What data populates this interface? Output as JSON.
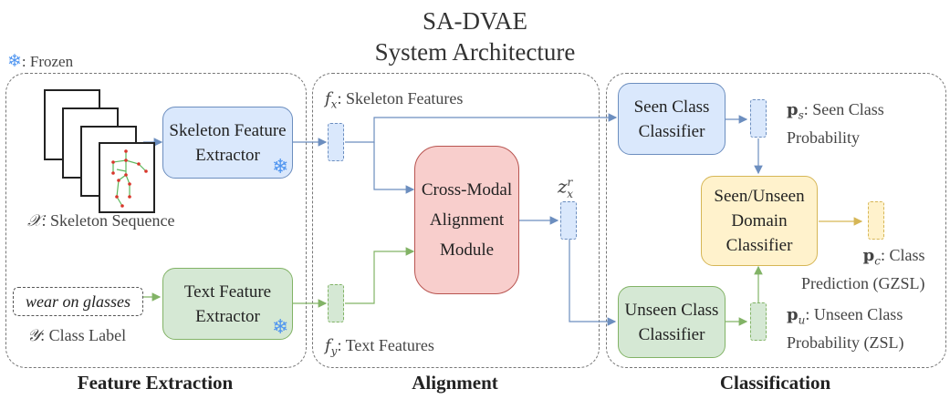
{
  "title": {
    "line1": "SA-DVAE",
    "line2": "System Architecture"
  },
  "legend": {
    "icon": "snowflake-icon",
    "text": ": Frozen"
  },
  "sections": {
    "feature_extraction": "Feature Extraction",
    "alignment": "Alignment",
    "classification": "Classification"
  },
  "feature_extraction": {
    "skeleton_extractor": {
      "line1": "Skeleton Feature",
      "line2": "Extractor",
      "frozen": true
    },
    "text_extractor": {
      "line1": "Text Feature",
      "line2": "Extractor",
      "frozen": true
    },
    "skeleton_input": {
      "symbol": "𝒳",
      "text": ": Skeleton Sequence"
    },
    "class_label_example": "wear on glasses",
    "class_label": {
      "symbol": "𝒴",
      "text": ": Class Label"
    }
  },
  "alignment": {
    "fx": {
      "symbol": "f",
      "sub": "x",
      "text": ": Skeleton Features"
    },
    "fy": {
      "symbol": "f",
      "sub": "y",
      "text": ": Text Features"
    },
    "module": {
      "line1": "Cross-Modal",
      "line2": "Alignment",
      "line3": "Module"
    },
    "zxr": {
      "symbol": "z",
      "sub": "x",
      "sup": "r"
    }
  },
  "classification": {
    "seen": {
      "line1": "Seen Class",
      "line2": "Classifier"
    },
    "unseen": {
      "line1": "Unseen Class",
      "line2": "Classifier"
    },
    "domain": {
      "line1": "Seen/Unseen",
      "line2": "Domain",
      "line3": "Classifier"
    },
    "ps": {
      "symbol": "p",
      "sub": "s",
      "line1": ": Seen Class",
      "line2": "Probability"
    },
    "pu": {
      "symbol": "p",
      "sub": "u",
      "line1": ": Unseen Class",
      "line2": "Probability (ZSL)"
    },
    "pc": {
      "symbol": "p",
      "sub": "c",
      "line1": ": Class",
      "line2": "Prediction (GZSL)"
    }
  },
  "colors": {
    "blue": "#6c8ebf",
    "green": "#82b366",
    "yellow": "#d6b656",
    "red": "#b85450",
    "snowflake": "#4f95f0"
  }
}
